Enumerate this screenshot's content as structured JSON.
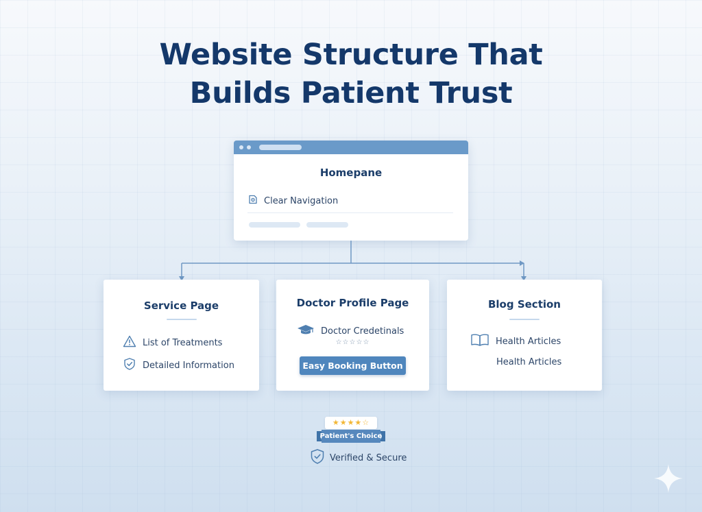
{
  "title": {
    "line1": "Website Structure That",
    "line2": "Builds Patient Trust"
  },
  "homepage": {
    "title": "Homepane",
    "nav_label": "Clear Navigation",
    "icon": "map-icon"
  },
  "cards": [
    {
      "title": "Service Page",
      "items": [
        {
          "label": "List of Treatments",
          "icon": "alert-triangle-icon"
        },
        {
          "label": "Detailed Information",
          "icon": "shield-check-icon"
        }
      ]
    },
    {
      "title": "Doctor Profile Page",
      "items": [
        {
          "label": "Doctor Credetinals",
          "icon": "graduation-cap-icon"
        }
      ],
      "rating_glyphs": "☆☆☆☆☆",
      "button_label": "Easy Booking Button"
    },
    {
      "title": "Blog Section",
      "items": [
        {
          "label": "Health Articles",
          "icon": "open-book-icon"
        },
        {
          "label": "Health Articles",
          "icon": ""
        }
      ]
    }
  ],
  "badges": {
    "rating_glyphs": "★★★★☆",
    "ribbon_label": "Patient's Choice",
    "verified_label": "Verified & Secure",
    "verified_icon": "shield-check-icon"
  },
  "colors": {
    "title": "#14386a",
    "accent": "#4f86bd",
    "window_bar": "#6a9ac9",
    "star": "#f2b736"
  }
}
